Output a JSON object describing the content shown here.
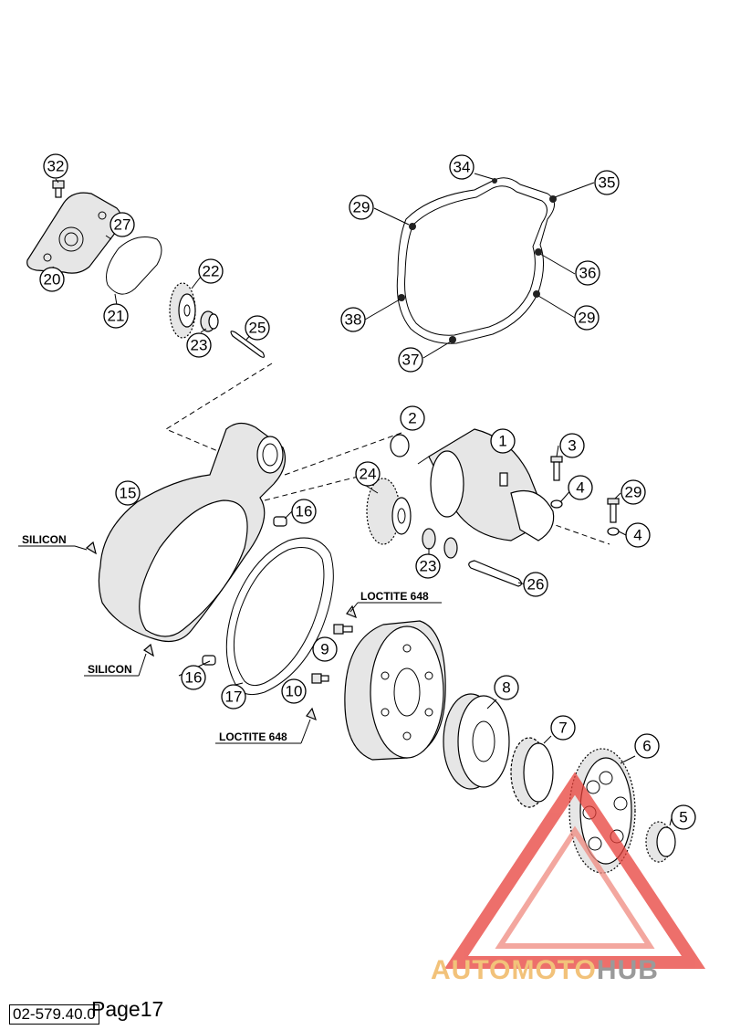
{
  "callouts": [
    "1",
    "2",
    "3",
    "4",
    "5",
    "6",
    "7",
    "8",
    "9",
    "10",
    "15",
    "16",
    "17",
    "20",
    "21",
    "22",
    "23",
    "24",
    "25",
    "26",
    "27",
    "29",
    "32",
    "34",
    "35",
    "36",
    "37",
    "38"
  ],
  "notes": {
    "silicon": "SILICON",
    "loctite": "LOCTITE 648"
  },
  "footer": {
    "page": "Page17",
    "doc_number": "02-579.40.0"
  },
  "watermark": {
    "brand_part1": "AUTOMOTO",
    "brand_part2": "HUB",
    "accent_color": "#e8403a"
  }
}
